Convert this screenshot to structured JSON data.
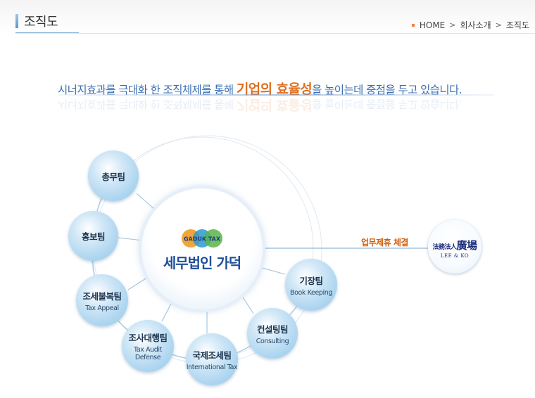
{
  "header": {
    "title": "조직도",
    "breadcrumb": {
      "home": "HOME",
      "section": "회사소개",
      "current": "조직도"
    }
  },
  "tagline": {
    "before": "시너지효과를 극대화 한 조직체제를 통해 ",
    "highlight": "기업의 효율성",
    "after": "을 높이는데 중점을 두고 있습니다."
  },
  "center": {
    "logo_text": "GADUK TAX",
    "name": "세무법인 가덕",
    "logo_colors": [
      "#f0a030",
      "#2c9ad0",
      "#5ab44a"
    ]
  },
  "teams": [
    {
      "ko": "총무팀",
      "en": ""
    },
    {
      "ko": "홍보팀",
      "en": ""
    },
    {
      "ko": "조세불복팀",
      "en": "Tax Appeal"
    },
    {
      "ko": "조사대행팀",
      "en": "Tax Audit Defense"
    },
    {
      "ko": "국제조세팀",
      "en": "International Tax"
    },
    {
      "ko": "컨설팅팀",
      "en": "Consulting"
    },
    {
      "ko": "기장팀",
      "en": "Book Keeping"
    }
  ],
  "partnership": {
    "label": "업무제휴 체결",
    "partner_cn_small": "法務法人",
    "partner_cn_big": "廣場",
    "partner_en": "LEE & KO"
  },
  "colors": {
    "accent_blue": "#3b6fb0",
    "accent_orange": "#e07020",
    "node_blue": "#8ec6ea"
  }
}
